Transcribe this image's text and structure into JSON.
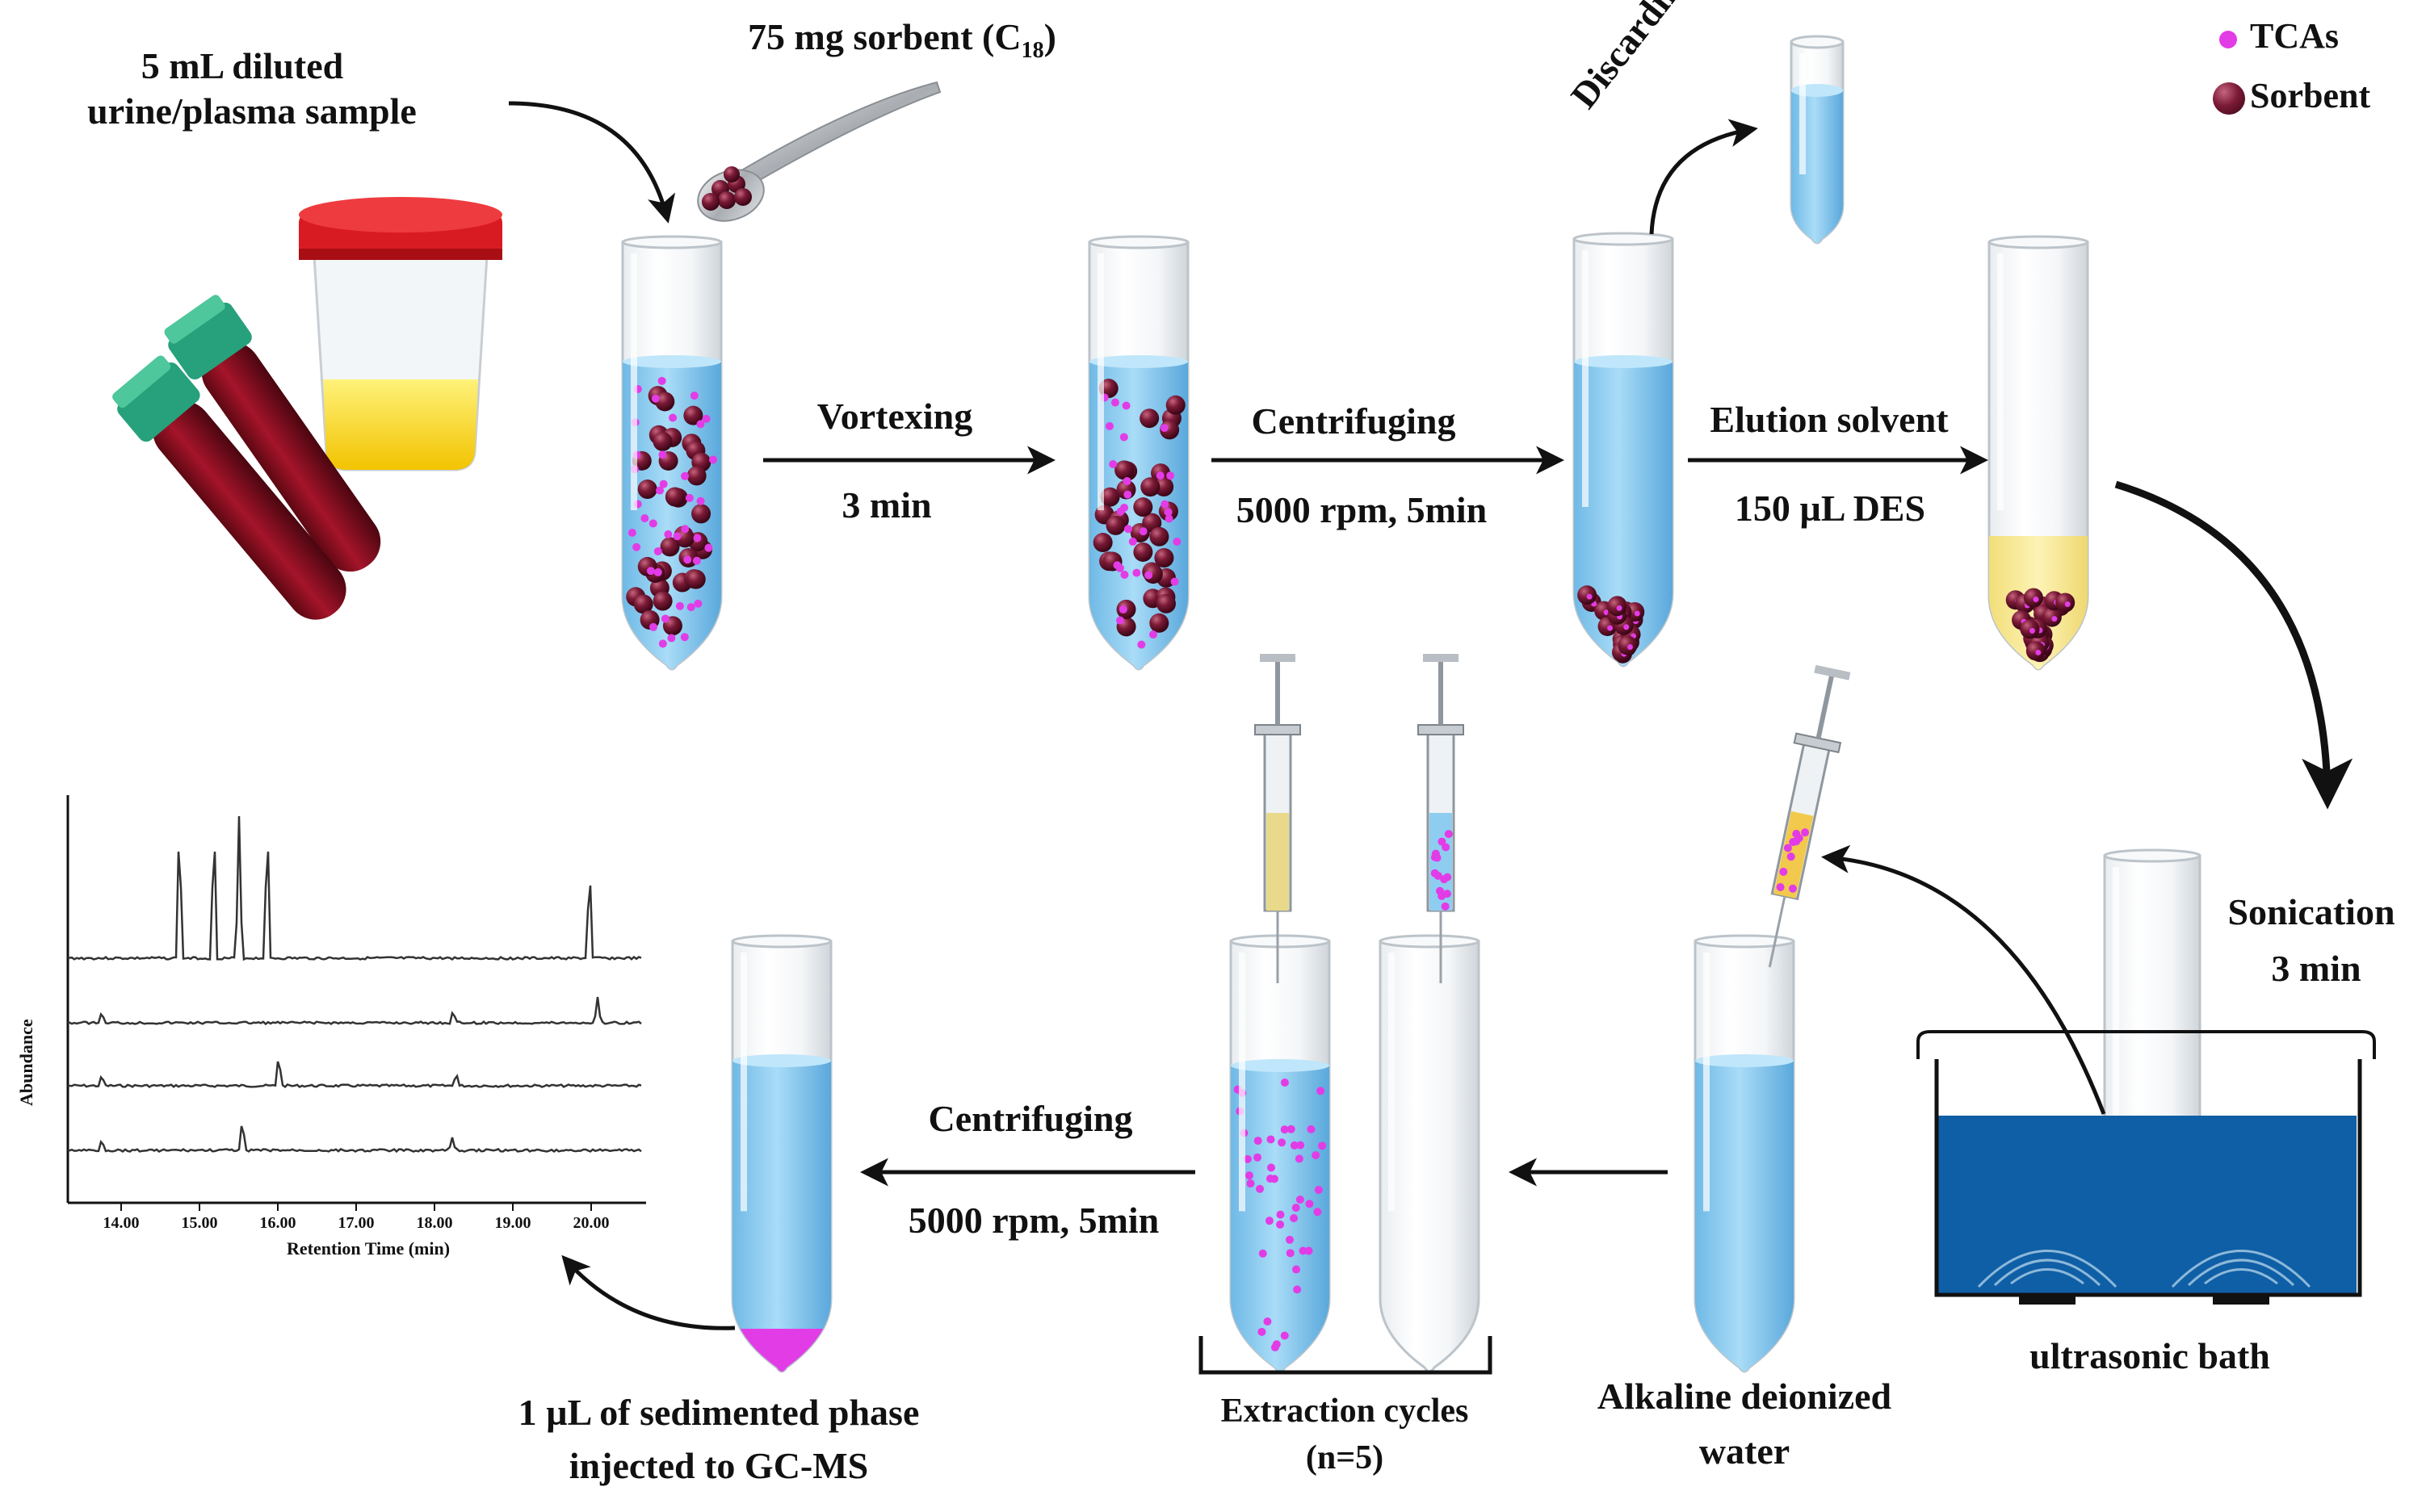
{
  "labels": {
    "sample_line1": "5 mL diluted",
    "sample_line2": "urine/plasma sample",
    "sorbent_amount": "75 mg sorbent (C",
    "sorbent_sub": "18",
    "sorbent_close": ")",
    "vortexing": "Vortexing",
    "vortex_time": "3 min",
    "centrifuging_1": "Centrifuging",
    "centrifuge_speed_1": "5000 rpm, 5min",
    "discarding": "Discarding",
    "elution_solvent": "Elution solvent",
    "elution_volume": "150 µL  DES",
    "sonication": "Sonication",
    "sonication_time": "3 min",
    "ultrasonic_bath": "ultrasonic bath",
    "alkaline_line1": "Alkaline deionized",
    "alkaline_line2": "water",
    "extraction_cycles": "Extraction cycles",
    "extraction_n": "(n=5)",
    "centrifuging_2": "Centrifuging",
    "centrifuge_speed_2": "5000 rpm, 5min",
    "injected_line1": "1 µL of sedimented phase",
    "injected_line2": "injected to GC-MS"
  },
  "legend": {
    "tcas": "TCAs",
    "sorbent": "Sorbent"
  },
  "chromatogram": {
    "ylabel": "Abundance",
    "xlabel": "Retention Time (min)",
    "ticks": [
      "14.00",
      "15.00",
      "16.00",
      "17.00",
      "18.00",
      "19.00",
      "20.00"
    ]
  },
  "colors": {
    "liquid_blue": "#8fcdf0",
    "sorbent": "#6e1630",
    "tca_magenta": "#e23ce6",
    "des_yellow": "#fbeea0",
    "bath_blue": "#0f5fa6"
  }
}
